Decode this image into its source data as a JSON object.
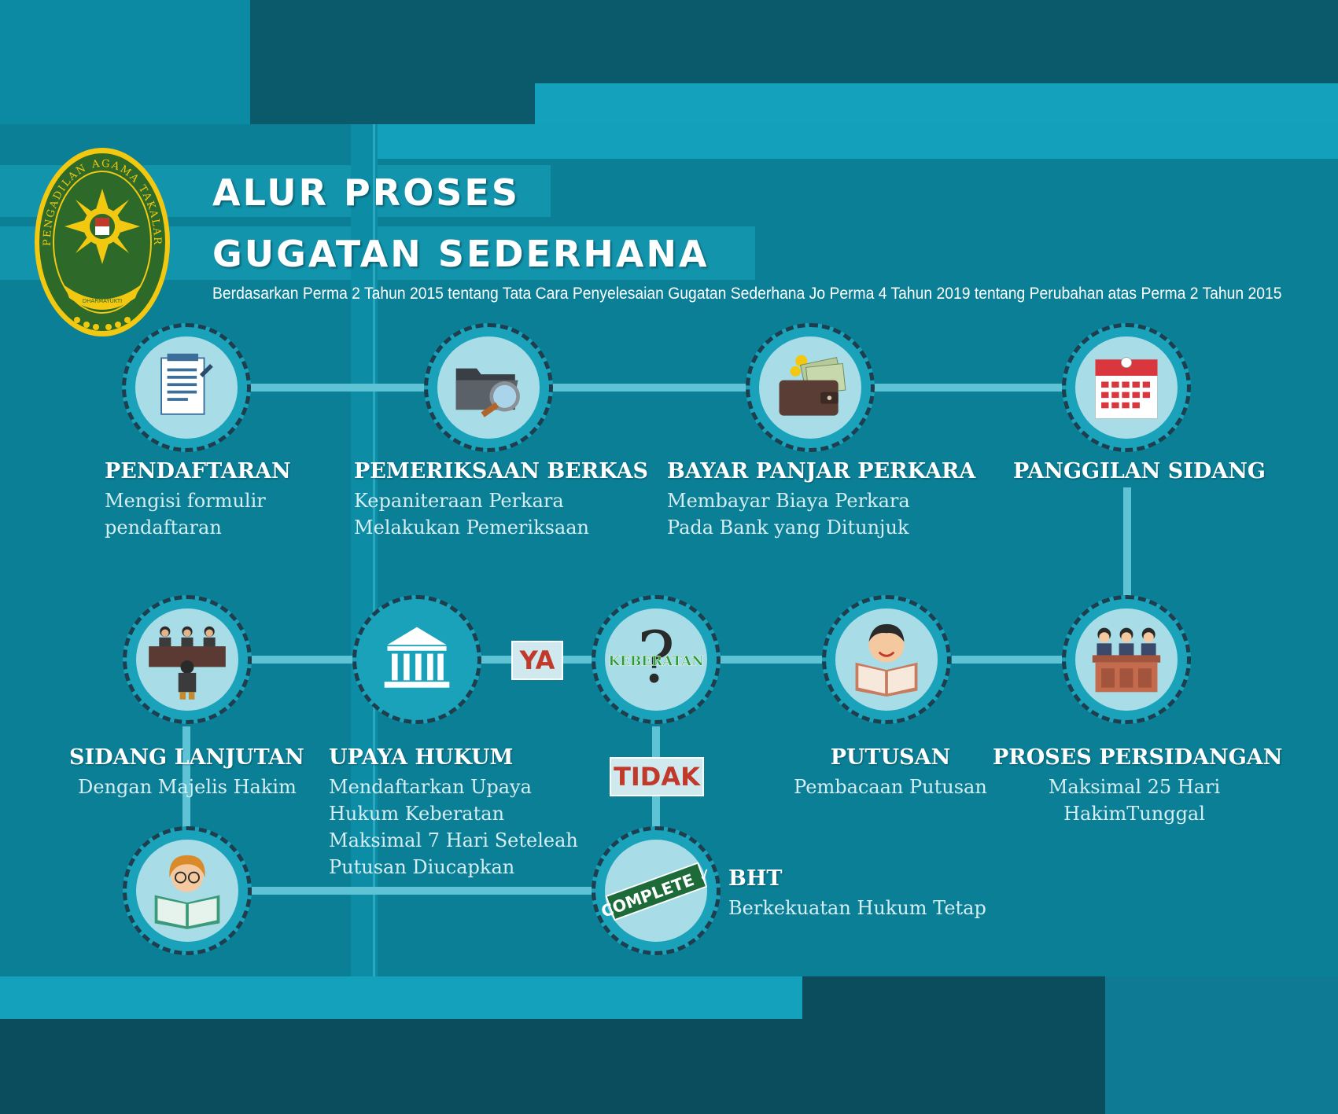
{
  "header": {
    "title_line1": "ALUR PROSES",
    "title_line2": "GUGATAN SEDERHANA",
    "subtitle": "Berdasarkan Perma  2 Tahun 2015 tentang Tata Cara Penyelesaian Gugatan Sederhana Jo Perma 4 Tahun 2019  tentang Perubahan atas Perma 2 Tahun 2015"
  },
  "logo": {
    "text": "PENGADILAN AGAMA TAKALAR",
    "ribbon": "DHARMAYUKTI",
    "colors": {
      "ring": "#2d6a2a",
      "gold": "#f2c811"
    }
  },
  "steps": {
    "pendaftaran": {
      "title": "PENDAFTARAN",
      "desc1": "Mengisi formulir",
      "desc2": "pendaftaran"
    },
    "pemeriksaan": {
      "title": "PEMERIKSAAN BERKAS",
      "desc1": "Kepaniteraan Perkara",
      "desc2": "Melakukan Pemeriksaan"
    },
    "bayar": {
      "title": "BAYAR PANJAR PERKARA",
      "desc1": "Membayar Biaya Perkara",
      "desc2": "Pada Bank yang Ditunjuk"
    },
    "panggilan": {
      "title": "PANGGILAN SIDANG"
    },
    "proses": {
      "title": "PROSES PERSIDANGAN",
      "desc1": "Maksimal 25 Hari",
      "desc2": "HakimTunggal"
    },
    "putusan": {
      "title": "PUTUSAN",
      "desc1": "Pembacaan Putusan"
    },
    "upaya": {
      "title": "UPAYA HUKUM",
      "desc1": "Mendaftarkan Upaya",
      "desc2": "Hukum Keberatan",
      "desc3": "Maksimal 7 Hari Seteleah",
      "desc4": "Putusan Diucapkan"
    },
    "lanjutan": {
      "title": "SIDANG LANJUTAN",
      "desc1": "Dengan Majelis Hakim"
    },
    "bht": {
      "title": "BHT",
      "desc1": "Berkekuatan Hukum Tetap"
    }
  },
  "labels": {
    "ya": "YA",
    "tidak": "TIDAK",
    "keberatan": "KEBERATAN",
    "complete": "COMPLETE ✓"
  },
  "colors": {
    "background": "#0a7f96",
    "dark": "#0b4d5c",
    "connector": "#5fc3d6",
    "tag_text": "#c0392b"
  },
  "icons": [
    "form-clipboard-icon",
    "folder-search-icon",
    "wallet-money-icon",
    "calendar-icon",
    "courtroom-icon",
    "reading-boy-icon",
    "question-mark-icon",
    "court-building-icon",
    "judges-panel-icon",
    "reading-girl-icon",
    "complete-stamp-icon"
  ]
}
